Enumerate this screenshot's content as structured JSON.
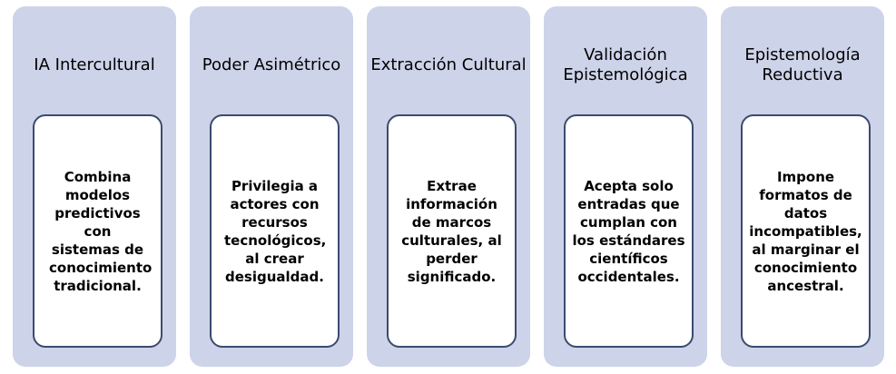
{
  "colors": {
    "column_fill": "#cdd3e9",
    "card_fill": "#ffffff",
    "card_border": "#3c4b6f",
    "text": "#000000"
  },
  "columns": [
    {
      "title": "IA Intercultural",
      "description": "Combina modelos predictivos con sistemas de conocimiento tradicional."
    },
    {
      "title": "Poder Asimétrico",
      "description": "Privilegia a actores con recursos tecnológicos, al crear desigualdad."
    },
    {
      "title": "Extracción Cultural",
      "description": "Extrae información de marcos culturales, al perder significado."
    },
    {
      "title": "Validación Epistemológica",
      "description": "Acepta solo entradas que cumplan con los estándares científicos occidentales."
    },
    {
      "title": "Epistemología Reductiva",
      "description": "Impone formatos de datos incompatibles, al marginar el conocimiento ancestral."
    }
  ]
}
